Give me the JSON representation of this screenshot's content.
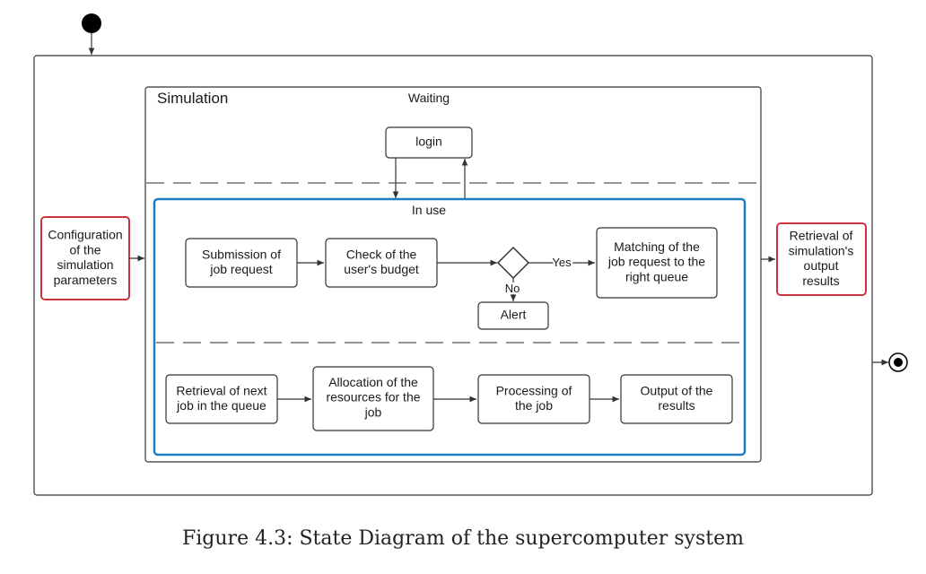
{
  "outer_container": {
    "simulation_label": "Simulation",
    "waiting_label": "Waiting",
    "in_use_label": "In use"
  },
  "states": {
    "config": [
      "Configuration",
      "of  the",
      "simulation",
      "parameters"
    ],
    "retrieval_output": [
      "Retrieval of",
      "simulation's",
      "output",
      "results"
    ],
    "login": [
      "login"
    ],
    "submission": [
      "Submission of",
      "job request"
    ],
    "budget_check": [
      "Check of the",
      "user's budget"
    ],
    "matching": [
      "Matching of the",
      "job request to the",
      "right queue"
    ],
    "alert": [
      "Alert"
    ],
    "retrieval_next": [
      "Retrieval of next",
      "job in the queue"
    ],
    "allocation": [
      "Allocation of the",
      "resources for the",
      "job"
    ],
    "processing": [
      "Processing of",
      "the job"
    ],
    "output_results": [
      "Output of the",
      "results"
    ]
  },
  "decision": {
    "yes_label": "Yes",
    "no_label": "No"
  },
  "colors": {
    "red_border": "#c8343f",
    "blue_border": "#1f7bbf",
    "line": "#333333"
  },
  "caption": "Figure 4.3: State Diagram of the supercomputer system"
}
